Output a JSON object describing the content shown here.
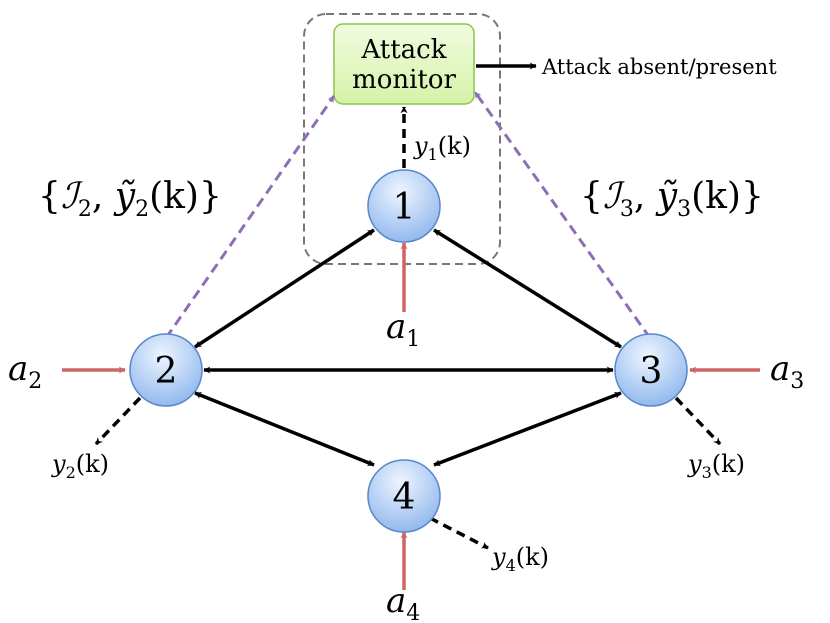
{
  "monitor": {
    "line1": "Attack",
    "line2": "monitor",
    "output_label": "Attack absent/present"
  },
  "nodes": {
    "n1": "1",
    "n2": "2",
    "n3": "3",
    "n4": "4"
  },
  "attacks": {
    "a1": {
      "base": "a",
      "sub": "1"
    },
    "a2": {
      "base": "a",
      "sub": "2"
    },
    "a3": {
      "base": "a",
      "sub": "3"
    },
    "a4": {
      "base": "a",
      "sub": "4"
    }
  },
  "outputs": {
    "y1": {
      "base": "y",
      "sub": "1",
      "arg": "(k)"
    },
    "y2": {
      "base": "y",
      "sub": "2",
      "arg": "(k)"
    },
    "y3": {
      "base": "y",
      "sub": "3",
      "arg": "(k)"
    },
    "y4": {
      "base": "y",
      "sub": "4",
      "arg": "(k)"
    }
  },
  "info_sets": {
    "left": {
      "open": "{",
      "I": "ℐ",
      "isub": "2",
      "sep": ", ",
      "y": "ỹ",
      "ysub": "2",
      "arg": "(k)}"
    },
    "right": {
      "open": "{",
      "I": "ℐ",
      "isub": "3",
      "sep": ", ",
      "y": "ỹ",
      "ysub": "3",
      "arg": "(k)}"
    }
  },
  "colors": {
    "attack_arrow": "#d06565",
    "info_arrow": "#8c6fb5",
    "node_fill_top": "#e8f1ff",
    "node_fill_bottom": "#8fb8ee",
    "node_stroke": "#5a87c8",
    "monitor_fill": "#e3f7c4",
    "monitor_stroke": "#8cc44a",
    "boundary": "#777777"
  }
}
